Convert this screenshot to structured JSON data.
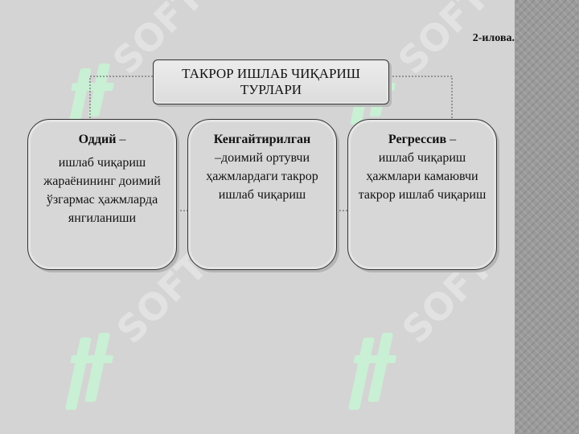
{
  "page_label": "2-илова.",
  "title": "ТАКРОР ИШЛАБ ЧИҚАРИШ ТУРЛАРИ",
  "cards": [
    {
      "heading": "Оддий",
      "dash": " –",
      "body": "ишлаб чиқариш жараёнининг доимий ўзгармас ҳажмларда янгиланиши"
    },
    {
      "heading": "Кенгайтирилган",
      "dash": "",
      "body": "–доимий ортувчи ҳажмлардаги такрор ишлаб чиқариш"
    },
    {
      "heading": "Регрессив",
      "dash": " –",
      "body": "ишлаб чиқариш ҳажмлари камаювчи такрор ишлаб чиқариш"
    }
  ],
  "colors": {
    "background": "#d4d4d4",
    "watermark": "#c6f3d2",
    "strip": "#9b9b9b"
  }
}
